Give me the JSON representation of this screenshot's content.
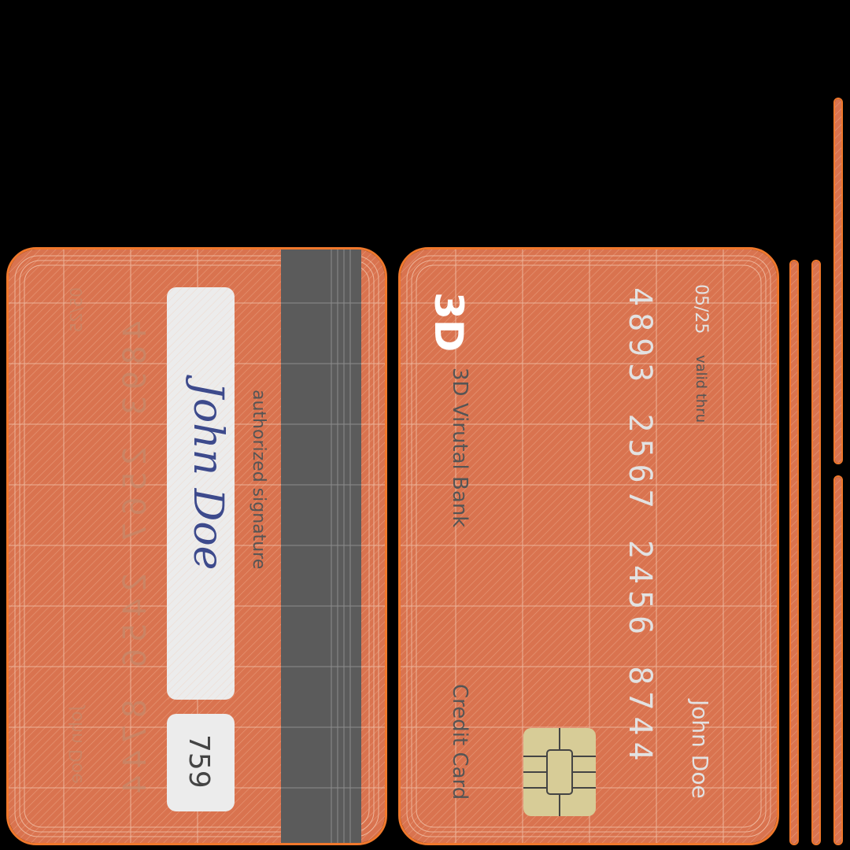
{
  "back": {
    "signature_label": "authorized signature",
    "signature": "John Doe",
    "cvv": "759",
    "ghost_number": "4893 2567 2456 8744",
    "ghost_expiry": "05/25",
    "ghost_name": "John Doe"
  },
  "front": {
    "logo": "3D",
    "bank_name": "3D Virutal Bank",
    "card_type": "Credit Card",
    "number": "4893  2567  2456  8744",
    "valid_label": "valid thru",
    "expiry": "05/25",
    "holder": "John Doe"
  },
  "colors": {
    "card": "#d9734f",
    "wire": "#f2c2a8",
    "edge_outline": "#f0782c",
    "stripe": "#5b5b5b",
    "panel": "#ececec",
    "chip": "#d7cc97",
    "signature_ink": "#3d4a8c",
    "text_light": "#e2e2e2",
    "text_dark": "#555555"
  }
}
